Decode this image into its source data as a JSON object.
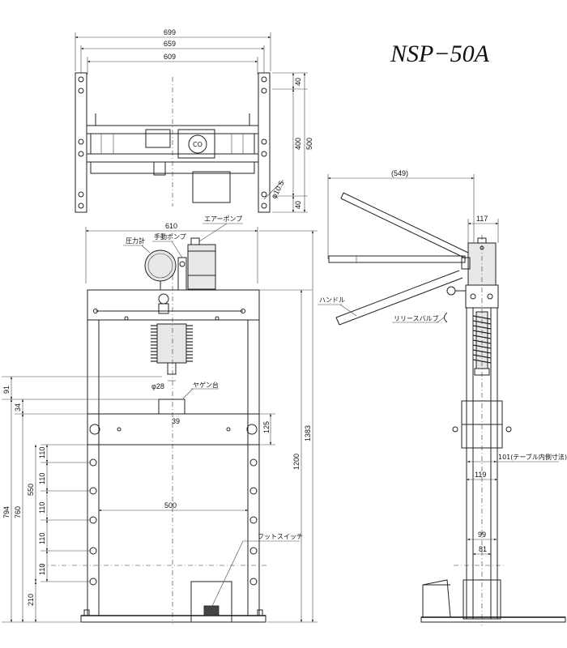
{
  "title": "NSP−50A",
  "labels": {
    "air_pump": "エアーポンプ",
    "hand_pump": "手動ポンプ",
    "pressure_gauge": "圧力計",
    "yagen_table": "ヤゲン台",
    "foot_switch": "フットスイッチ",
    "handle": "ハンドル",
    "release_valve": "リリースバルブ",
    "table_inner": "101(テーブル内側寸法)",
    "gauge_face": "CO"
  },
  "dimensions": {
    "top_width_699": "699",
    "top_width_659": "659",
    "top_width_609": "609",
    "top_side_40a": "40",
    "top_side_400": "400",
    "top_side_500": "500",
    "top_side_40b": "40",
    "hole_dia": "φ10.5",
    "front_width_610": "610",
    "ram_dia": "φ28",
    "yagen_39": "39",
    "h_91": "91",
    "h_34": "34",
    "h_125": "125",
    "h_1383": "1383",
    "h_1200": "1200",
    "pitch_110_1": "110",
    "pitch_110_2": "110",
    "pitch_110_3": "110",
    "pitch_110_4": "110",
    "pitch_110_5": "110",
    "h_550": "550",
    "h_760": "760",
    "h_794": "794",
    "h_210": "210",
    "inner_500": "500",
    "side_549": "(549)",
    "side_117": "117",
    "side_119": "119",
    "side_99": "99",
    "side_81": "81"
  }
}
